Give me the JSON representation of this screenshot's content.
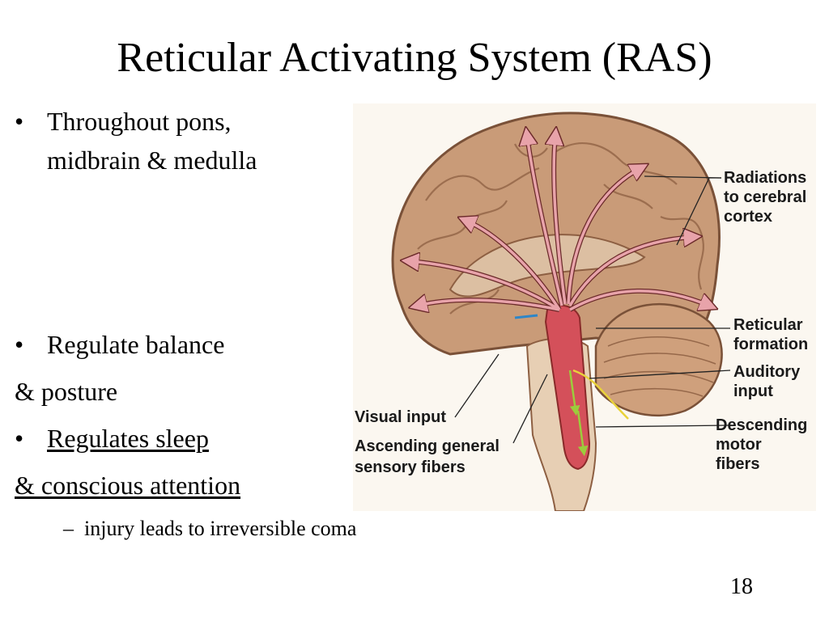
{
  "slide": {
    "title": "Reticular Activating System (RAS)",
    "bullets": {
      "b1_line1": "Throughout pons,",
      "b1_line2": "midbrain & medulla",
      "b2_line1": "Regulate balance",
      "b2_line2": "& posture",
      "b3_line1": "Regulates sleep",
      "b3_line2": "& conscious attention",
      "sub1": "injury leads to irreversible coma"
    },
    "bullet_glyph": "•",
    "sub_glyph": "–",
    "page_number": "18"
  },
  "figure": {
    "labels": {
      "radiations_1": "Radiations",
      "radiations_2": "to cerebral",
      "radiations_3": "cortex",
      "reticular_1": "Reticular",
      "reticular_2": "formation",
      "auditory_1": "Auditory",
      "auditory_2": "input",
      "visual": "Visual input",
      "ascending_1": "Ascending general",
      "ascending_2": "sensory fibers",
      "descending_1": "Descending",
      "descending_2": "motor",
      "descending_3": "fibers"
    }
  }
}
